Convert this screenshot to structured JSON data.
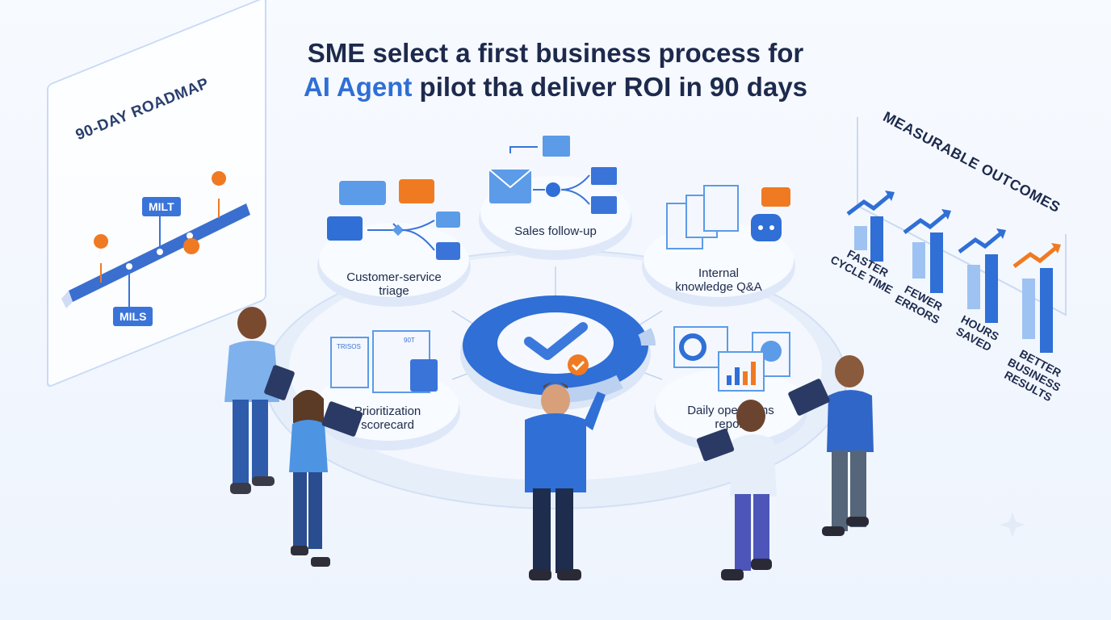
{
  "title": {
    "line1": "SME select a first business process for",
    "line2_accent": "AI Agent",
    "line2_rest": " pilot tha deliver ROI in 90 days"
  },
  "roadmap": {
    "title": "90-DAY ROADMAP",
    "tag_top": "MILT",
    "tag_bottom": "MILS"
  },
  "platforms": {
    "customer_service": "Customer-service triage",
    "sales": "Sales follow-up",
    "knowledge": "Internal knowledge Q&A",
    "prioritization": "Prioritization scorecard",
    "daily_ops": "Daily operations report",
    "doc_header": "TRISOS",
    "doc_badge": "90T"
  },
  "outcomes": {
    "title": "MEASURABLE OUTCOMES",
    "items": [
      {
        "label_line1": "FASTER",
        "label_line2": "CYCLE TIME",
        "label_line3": ""
      },
      {
        "label_line1": "FEWER",
        "label_line2": "ERRORS",
        "label_line3": ""
      },
      {
        "label_line1": "HOURS",
        "label_line2": "SAVED",
        "label_line3": ""
      },
      {
        "label_line1": "BETTER",
        "label_line2": "BUSINESS",
        "label_line3": "RESULTS"
      }
    ]
  },
  "colors": {
    "primary": "#2f6fd6",
    "accent_orange": "#f07a22",
    "dark_navy": "#1d2a4d"
  }
}
